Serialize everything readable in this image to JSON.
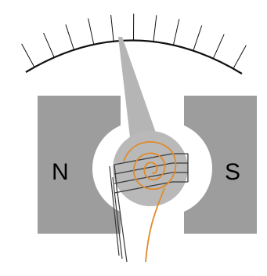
{
  "labels": {
    "north": "N",
    "south": "S"
  },
  "colors": {
    "magnet": "#9d9d9d",
    "needle": "#b5b5b5",
    "core": "#b9b9b9",
    "spring": "#e08a2c",
    "scale": "#111111",
    "wire": "#3a3a3a",
    "background": "#ffffff"
  },
  "scale": {
    "tick_count": 11
  }
}
